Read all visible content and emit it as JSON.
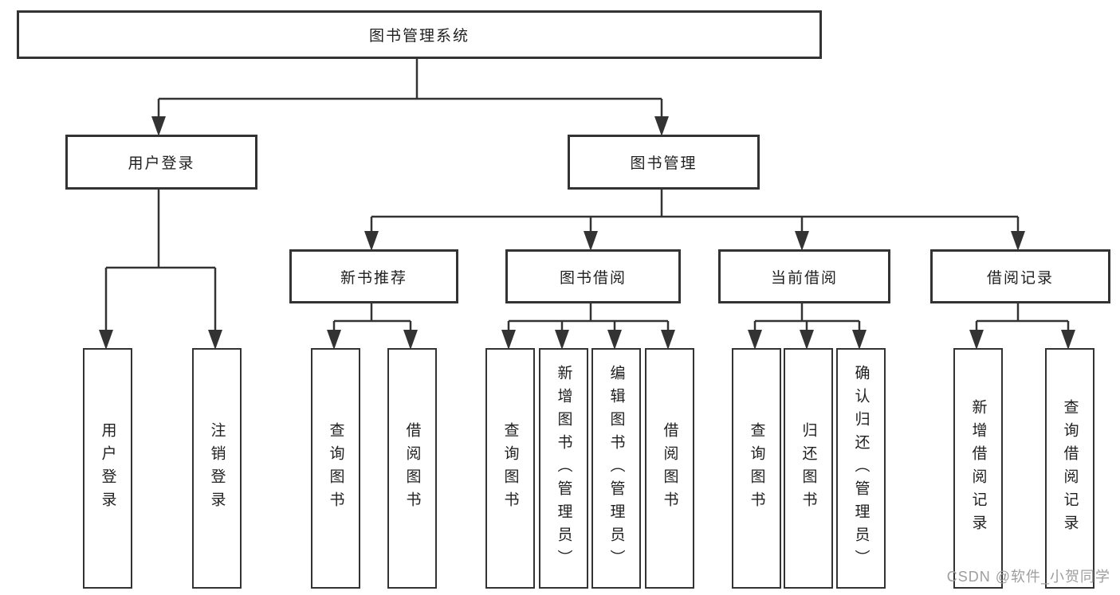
{
  "diagram": {
    "root": {
      "label": "图书管理系统",
      "children": [
        {
          "label": "用户登录",
          "children": [
            {
              "label": "用户登录"
            },
            {
              "label": "注销登录"
            }
          ]
        },
        {
          "label": "图书管理",
          "children": [
            {
              "label": "新书推荐",
              "children": [
                {
                  "label": "查询图书"
                },
                {
                  "label": "借阅图书"
                }
              ]
            },
            {
              "label": "图书借阅",
              "children": [
                {
                  "label": "查询图书"
                },
                {
                  "label": "新增图书（管理员）"
                },
                {
                  "label": "编辑图书（管理员）"
                },
                {
                  "label": "借阅图书"
                }
              ]
            },
            {
              "label": "当前借阅",
              "children": [
                {
                  "label": "查询图书"
                },
                {
                  "label": "归还图书"
                },
                {
                  "label": "确认归还（管理员）"
                }
              ]
            },
            {
              "label": "借阅记录",
              "children": [
                {
                  "label": "新增借阅记录"
                },
                {
                  "label": "查询借阅记录"
                }
              ]
            }
          ]
        }
      ]
    }
  },
  "watermark": {
    "text": "CSDN @软件_小贺同学"
  },
  "colors": {
    "line": "#333333",
    "text": "#1f1f1f",
    "watermark_gray": "#9e9e9e",
    "background": "#ffffff"
  }
}
